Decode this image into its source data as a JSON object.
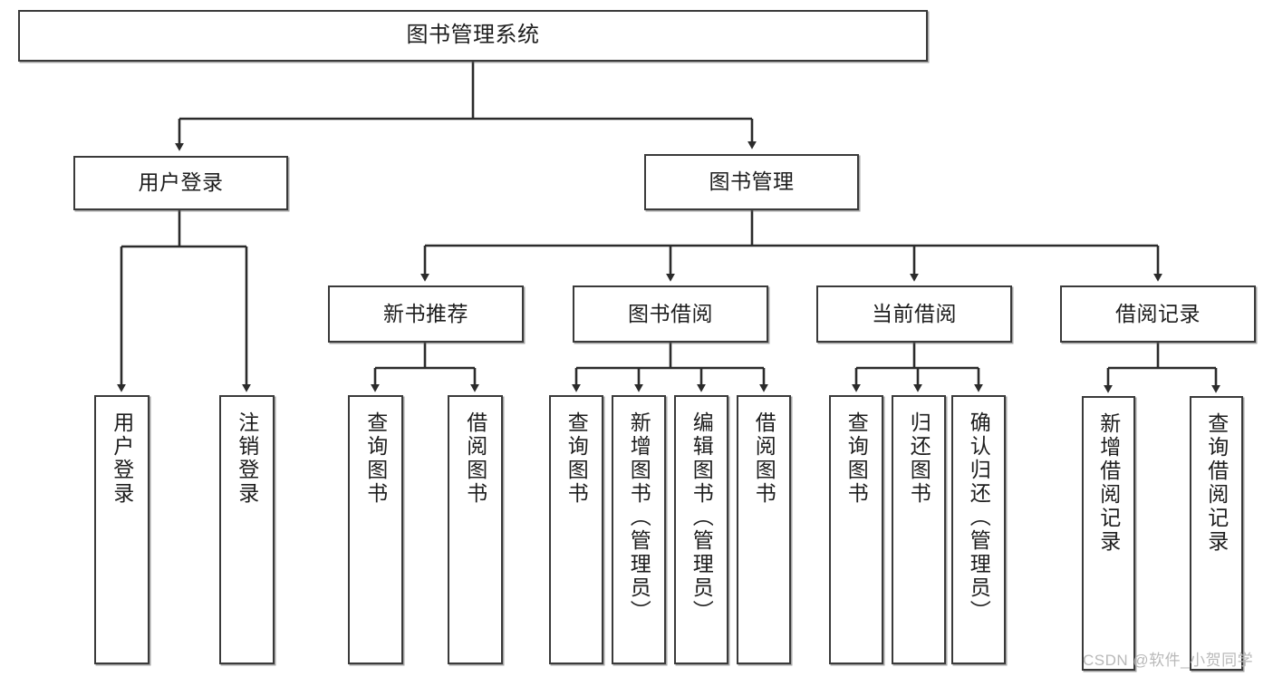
{
  "diagram": {
    "title": "图书管理系统",
    "type": "功能结构图",
    "watermark": "CSDN @软件_小贺同学",
    "colors": {
      "box_border": "#3a3a3a",
      "box_fill": "#ffffff",
      "edge": "#2b2b2b",
      "text": "#1d1d1d",
      "watermark": "#b9b9b9"
    },
    "nodes": {
      "root": {
        "label": "图书管理系统",
        "level": 1
      },
      "user_login": {
        "label": "用户登录",
        "level": 2
      },
      "book_manage": {
        "label": "图书管理",
        "level": 2
      },
      "new_book_rec": {
        "label": "新书推荐",
        "level": 3
      },
      "book_borrow": {
        "label": "图书借阅",
        "level": 3
      },
      "current_borrow": {
        "label": "当前借阅",
        "level": 3
      },
      "borrow_record": {
        "label": "借阅记录",
        "level": 3
      },
      "leaf_user_login": {
        "label": "用户登录",
        "level": 4
      },
      "leaf_logout": {
        "label": "注销登录",
        "level": 4
      },
      "leaf_query_book_a": {
        "label": "查询图书",
        "level": 4
      },
      "leaf_borrow_book_a": {
        "label": "借阅图书",
        "level": 4
      },
      "leaf_query_book_b": {
        "label": "查询图书",
        "level": 4
      },
      "leaf_add_book": {
        "label": "新增图书（管理员）",
        "level": 4
      },
      "leaf_edit_book": {
        "label": "编辑图书（管理员）",
        "level": 4
      },
      "leaf_borrow_book_b": {
        "label": "借阅图书",
        "level": 4
      },
      "leaf_query_book_c": {
        "label": "查询图书",
        "level": 4
      },
      "leaf_return_book": {
        "label": "归还图书",
        "level": 4
      },
      "leaf_confirm_return": {
        "label": "确认归还（管理员）",
        "level": 4
      },
      "leaf_add_record": {
        "label": "新增借阅记录",
        "level": 4
      },
      "leaf_query_record": {
        "label": "查询借阅记录",
        "level": 4
      }
    }
  },
  "chart_data": {
    "type": "tree",
    "title": "图书管理系统",
    "orientation": "top-down",
    "tree": {
      "label": "图书管理系统",
      "children": [
        {
          "label": "用户登录",
          "children": [
            {
              "label": "用户登录"
            },
            {
              "label": "注销登录"
            }
          ]
        },
        {
          "label": "图书管理",
          "children": [
            {
              "label": "新书推荐",
              "children": [
                {
                  "label": "查询图书"
                },
                {
                  "label": "借阅图书"
                }
              ]
            },
            {
              "label": "图书借阅",
              "children": [
                {
                  "label": "查询图书"
                },
                {
                  "label": "新增图书（管理员）"
                },
                {
                  "label": "编辑图书（管理员）"
                },
                {
                  "label": "借阅图书"
                }
              ]
            },
            {
              "label": "当前借阅",
              "children": [
                {
                  "label": "查询图书"
                },
                {
                  "label": "归还图书"
                },
                {
                  "label": "确认归还（管理员）"
                }
              ]
            },
            {
              "label": "借阅记录",
              "children": [
                {
                  "label": "新增借阅记录"
                },
                {
                  "label": "查询借阅记录"
                }
              ]
            }
          ]
        }
      ]
    }
  }
}
